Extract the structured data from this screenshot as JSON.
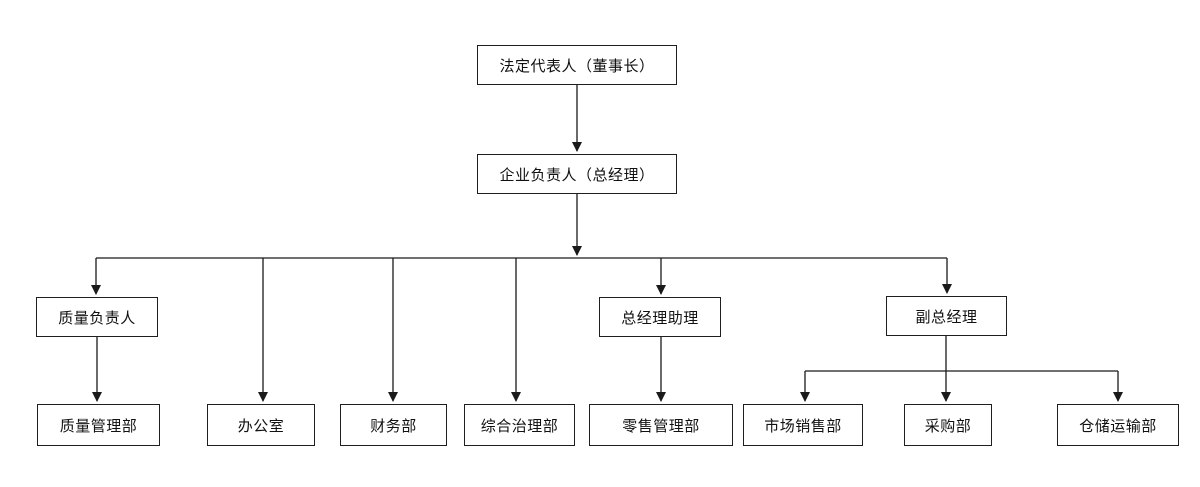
{
  "diagram": {
    "type": "org-chart",
    "nodes": {
      "legal_rep": {
        "label": "法定代表人（董事长）"
      },
      "general_manager": {
        "label": "企业负责人（总经理）"
      },
      "quality_manager": {
        "label": "质量负责人"
      },
      "gm_assistant": {
        "label": "总经理助理"
      },
      "deputy_gm": {
        "label": "副总经理"
      },
      "quality_dept": {
        "label": "质量管理部"
      },
      "office": {
        "label": "办公室"
      },
      "finance_dept": {
        "label": "财务部"
      },
      "comprehensive_dept": {
        "label": "综合治理部"
      },
      "retail_dept": {
        "label": "零售管理部"
      },
      "marketing_dept": {
        "label": "市场销售部"
      },
      "purchasing_dept": {
        "label": "采购部"
      },
      "warehouse_dept": {
        "label": "仓储运输部"
      }
    },
    "edges": [
      {
        "from": "legal_rep",
        "to": "general_manager"
      },
      {
        "from": "general_manager",
        "to": "quality_manager"
      },
      {
        "from": "general_manager",
        "to": "office"
      },
      {
        "from": "general_manager",
        "to": "finance_dept"
      },
      {
        "from": "general_manager",
        "to": "comprehensive_dept"
      },
      {
        "from": "general_manager",
        "to": "gm_assistant"
      },
      {
        "from": "general_manager",
        "to": "deputy_gm"
      },
      {
        "from": "quality_manager",
        "to": "quality_dept"
      },
      {
        "from": "gm_assistant",
        "to": "retail_dept"
      },
      {
        "from": "deputy_gm",
        "to": "marketing_dept"
      },
      {
        "from": "deputy_gm",
        "to": "purchasing_dept"
      },
      {
        "from": "deputy_gm",
        "to": "warehouse_dept"
      }
    ],
    "colors": {
      "line": "#1a1a1a",
      "box_border": "#1f1f1f",
      "box_fill": "#ffffff",
      "text": "#111111",
      "background": "#ffffff"
    }
  }
}
